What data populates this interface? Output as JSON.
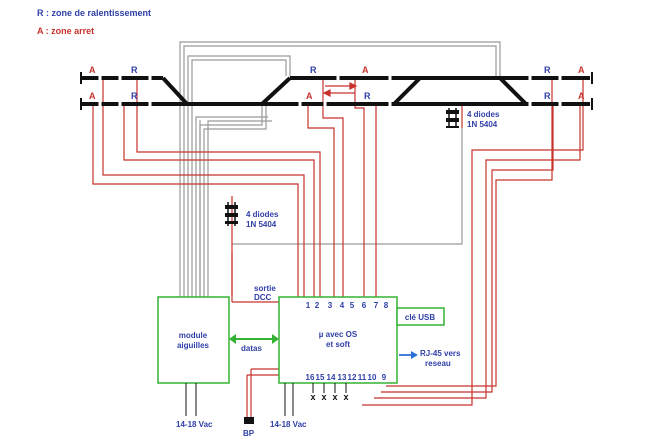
{
  "legend": {
    "r_label": "R : zone de ralentissement",
    "a_label": "A : zone arret"
  },
  "track": {
    "marker_a": "A",
    "marker_r": "R"
  },
  "diodes_top": {
    "line1": "4 diodes",
    "line2": "1N 5404"
  },
  "diodes_mid": {
    "line1": "4 diodes",
    "line2": "1N 5404"
  },
  "dcc": {
    "line1": "sortie",
    "line2": "DCC"
  },
  "module": {
    "line1": "module",
    "line2": "aiguilles"
  },
  "link": {
    "label": "datas"
  },
  "controller": {
    "line1": "µ avec OS",
    "line2": "et soft",
    "top_pins": [
      "1",
      "2",
      "3",
      "4",
      "5",
      "6",
      "7",
      "8"
    ],
    "bottom_pins": [
      "16",
      "15",
      "14",
      "13",
      "12",
      "11",
      "10",
      "9"
    ],
    "unused_marks": [
      "x",
      "x",
      "x",
      "x"
    ]
  },
  "usb": {
    "label": "clé USB"
  },
  "network": {
    "line1": "RJ-45 vers",
    "line2": "reseau"
  },
  "power_left": {
    "label": "14-18 Vac"
  },
  "power_right": {
    "label": "14-18 Vac"
  },
  "button": {
    "label": "BP"
  },
  "colors": {
    "red": "#c8322c",
    "blue": "#2f3fa8",
    "green": "#33b233",
    "gray": "#9a9a9a",
    "rail": "#111111"
  }
}
